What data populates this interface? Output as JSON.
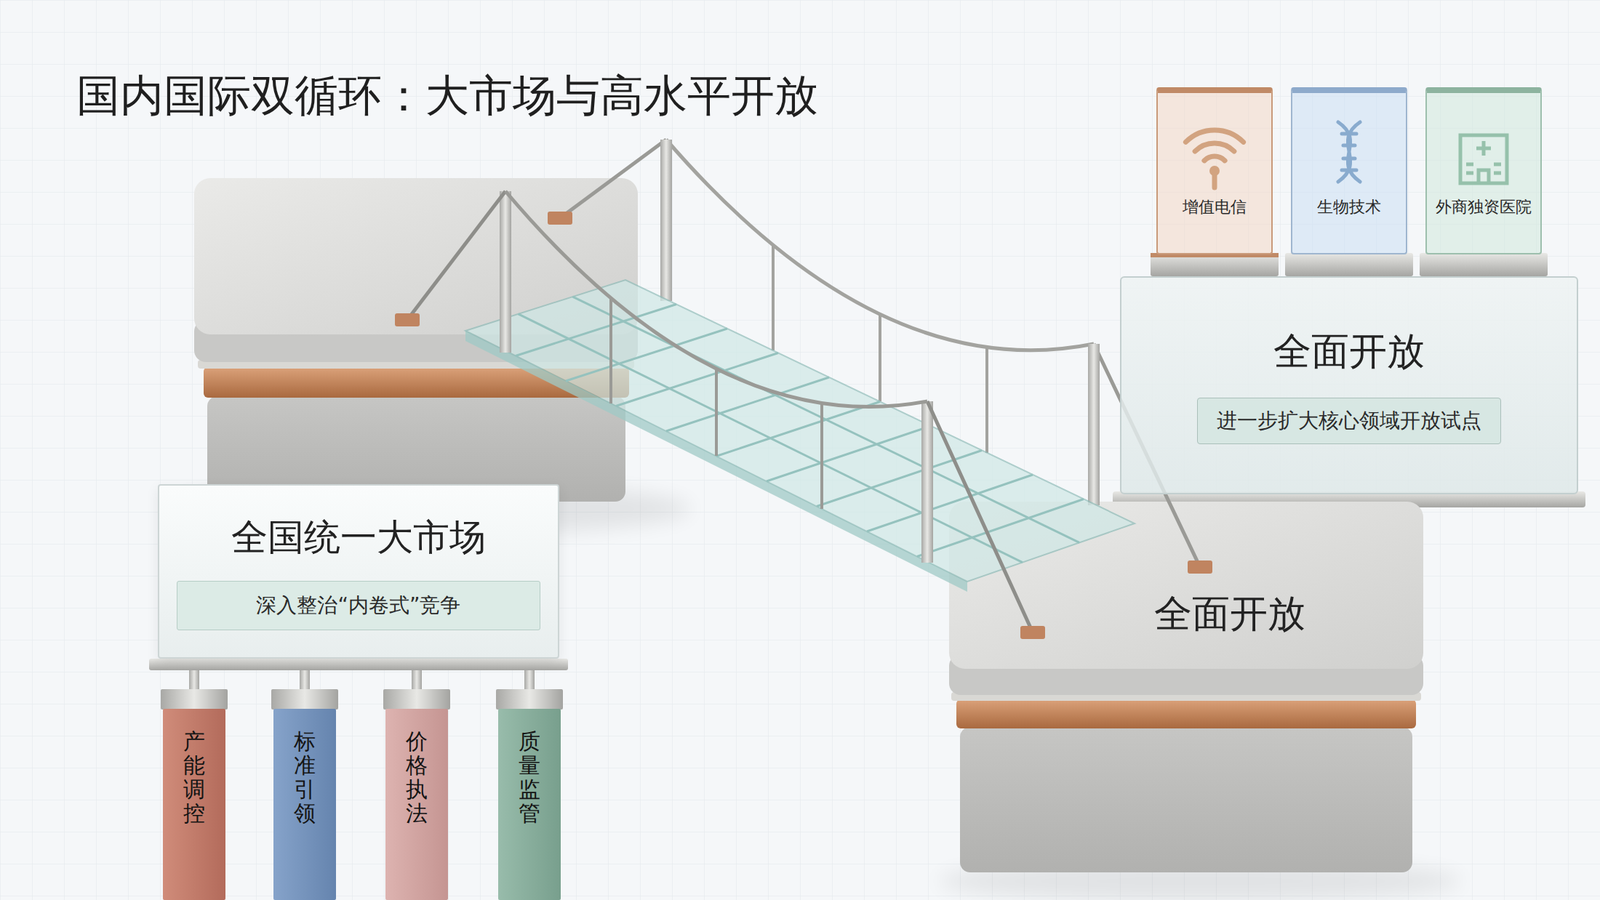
{
  "diagram": {
    "title": "国内国际双循环：大市场与高水平开放",
    "nodes": [
      {
        "text": [
          "增值电信"
        ]
      },
      {
        "text": [
          "生物技术"
        ]
      },
      {
        "text": [
          "外商独资医院"
        ]
      },
      {
        "text": [
          "全面开放"
        ]
      },
      {
        "text": [
          "进一步扩大核心领域开放试点"
        ],
        "in": 3
      },
      {
        "text": [
          "全国统一大市场"
        ]
      },
      {
        "text": [
          "深入整治“内卷式”竞争"
        ],
        "in": 5
      },
      {
        "text": [
          "全面开放"
        ]
      },
      {
        "text": [
          "产能调控"
        ]
      },
      {
        "text": [
          "标准引领"
        ]
      },
      {
        "text": [
          "价格执法"
        ]
      },
      {
        "text": [
          "质量监管"
        ]
      }
    ]
  }
}
